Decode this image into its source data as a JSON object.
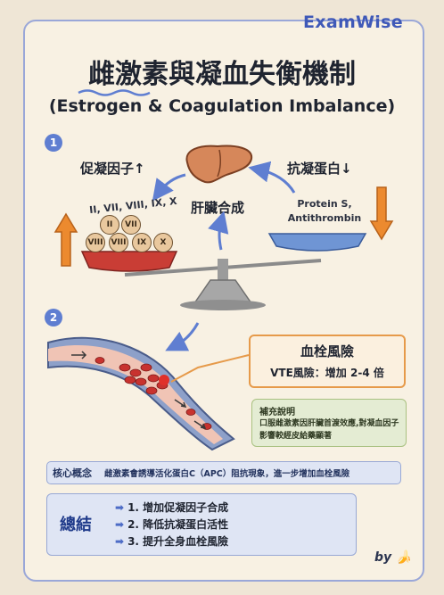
{
  "brand": "ExamWise",
  "title": "雌激素與凝血失衡機制",
  "subtitle": "(Estrogen & Coagulation Imbalance)",
  "steps": [
    "1",
    "2"
  ],
  "coag_left": {
    "label": "促凝因子↑",
    "factors_text": "II, VII, VIII, IX, X",
    "balls": [
      "II",
      "VII",
      "VIII",
      "VIII",
      "IX",
      "X"
    ]
  },
  "liver_label": "肝臟合成",
  "coag_right": {
    "label": "抗凝蛋白↓",
    "proteins_line1": "Protein S,",
    "proteins_line2": "Antithrombin"
  },
  "risk": {
    "title": "血栓風險",
    "text": "VTE風險：增加 2-4 倍"
  },
  "note": {
    "heading": "補充說明",
    "text": "口服雌激素因肝臟首渡效應,對凝血因子影響較經皮給藥顯著"
  },
  "key_concept": {
    "heading": "核心概念",
    "text": "雌激素會誘導活化蛋白C（APC）阻抗現象，進一步增加血栓風險"
  },
  "summary": {
    "heading": "總結",
    "items": [
      "1. 增加促凝因子合成",
      "2. 降低抗凝蛋白活性",
      "3. 提升全身血栓風險"
    ]
  },
  "byline": "by 🍌",
  "colors": {
    "accent": "#3f59b8",
    "orange": "#ec8a2f",
    "blood": "#c8322f",
    "vessel": "#8da0c9"
  }
}
